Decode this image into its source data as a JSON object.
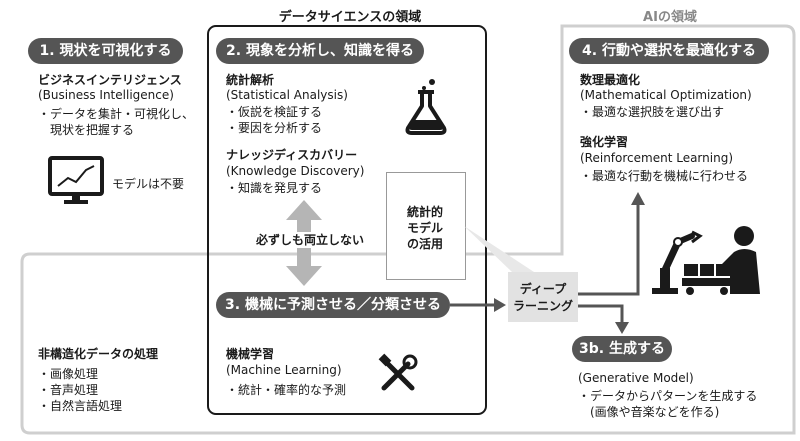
{
  "headers": {
    "data_science": "データサイエンスの領域",
    "ai": "AIの領域"
  },
  "sections": {
    "s1": "1. 現状を可視化する",
    "s2": "2. 現象を分析し、知識を得る",
    "s3": "3. 機械に予測させる／分類させる",
    "s4": "4. 行動や選択を最適化する",
    "s3b": "3b. 生成する"
  },
  "bi": {
    "title": "ビジネスインテリジェンス",
    "subtitle": "(Business Intelligence)",
    "bullets": [
      "データを集計・可視化し、",
      "現状を把握する"
    ],
    "note": "モデルは不要"
  },
  "stat": {
    "title": "統計解析",
    "subtitle": "(Statistical Analysis)",
    "bullets": [
      "仮説を検証する",
      "要因を分析する"
    ]
  },
  "kd": {
    "title": "ナレッジディスカバリー",
    "subtitle": "(Knowledge Discovery)",
    "bullets": [
      "知識を発見する"
    ]
  },
  "tradeoff": "必ずしも両立しない",
  "model_box": [
    "統計的",
    "モデル",
    "の活用"
  ],
  "deep": [
    "ディープ",
    "ラーニング"
  ],
  "ml": {
    "title": "機械学習",
    "subtitle": "(Machine Learning)",
    "bullets": [
      "統計・確率的な予測"
    ]
  },
  "unstructured": {
    "title": "非構造化データの処理",
    "bullets": [
      "画像処理",
      "音声処理",
      "自然言語処理"
    ]
  },
  "opt": {
    "title": "数理最適化",
    "subtitle": "(Mathematical Optimization)",
    "bullets": [
      "最適な選択肢を選び出す"
    ]
  },
  "rl": {
    "title": "強化学習",
    "subtitle": "(Reinforcement Learning)",
    "bullets": [
      "最適な行動を機械に行わせる"
    ]
  },
  "gen": {
    "subtitle": "(Generative Model)",
    "bullets": [
      "データからパターンを生成する",
      "(画像や音楽などを作る)"
    ]
  },
  "bullet_char": "・",
  "icons": [
    "monitor-chart-icon",
    "flask-icon",
    "tools-icon",
    "robot-arm-icon",
    "worker-icon"
  ],
  "colors": {
    "pill": "#555555",
    "ai_border": "#cfcfcf",
    "arrow": "#555555",
    "tradeoff_arrow": "#b5b5b5",
    "deep_box": "#e2e2e2"
  }
}
